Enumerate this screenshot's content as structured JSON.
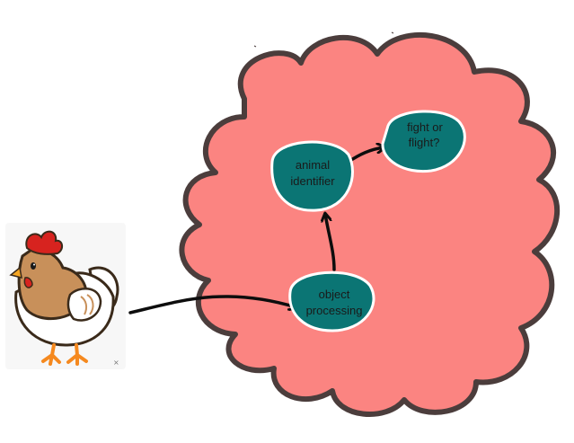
{
  "colors": {
    "background": "#ffffff",
    "brain_fill": "#fb8481",
    "brain_outline": "#4b3d3c",
    "node_fill": "#0b7574",
    "node_outline": "#ffffff",
    "node_text": "#1a1a1a",
    "arrow": "#0d0d0d",
    "chicken_body": "#ffffff",
    "chicken_head": "#c8905a",
    "chicken_comb": "#d7231f",
    "chicken_beak": "#f5a623",
    "chicken_feet": "#f5891f"
  },
  "nodes": {
    "object_processing": {
      "line1": "object",
      "line2": "processing"
    },
    "animal_identifier": {
      "line1": "animal",
      "line2": "identifier"
    },
    "fight_or_flight": {
      "line1": "fight or",
      "line2": "flight?"
    }
  },
  "image_close_glyph": "×",
  "icons": {
    "chicken": "chicken-icon",
    "brain": "brain-cloud-icon"
  }
}
